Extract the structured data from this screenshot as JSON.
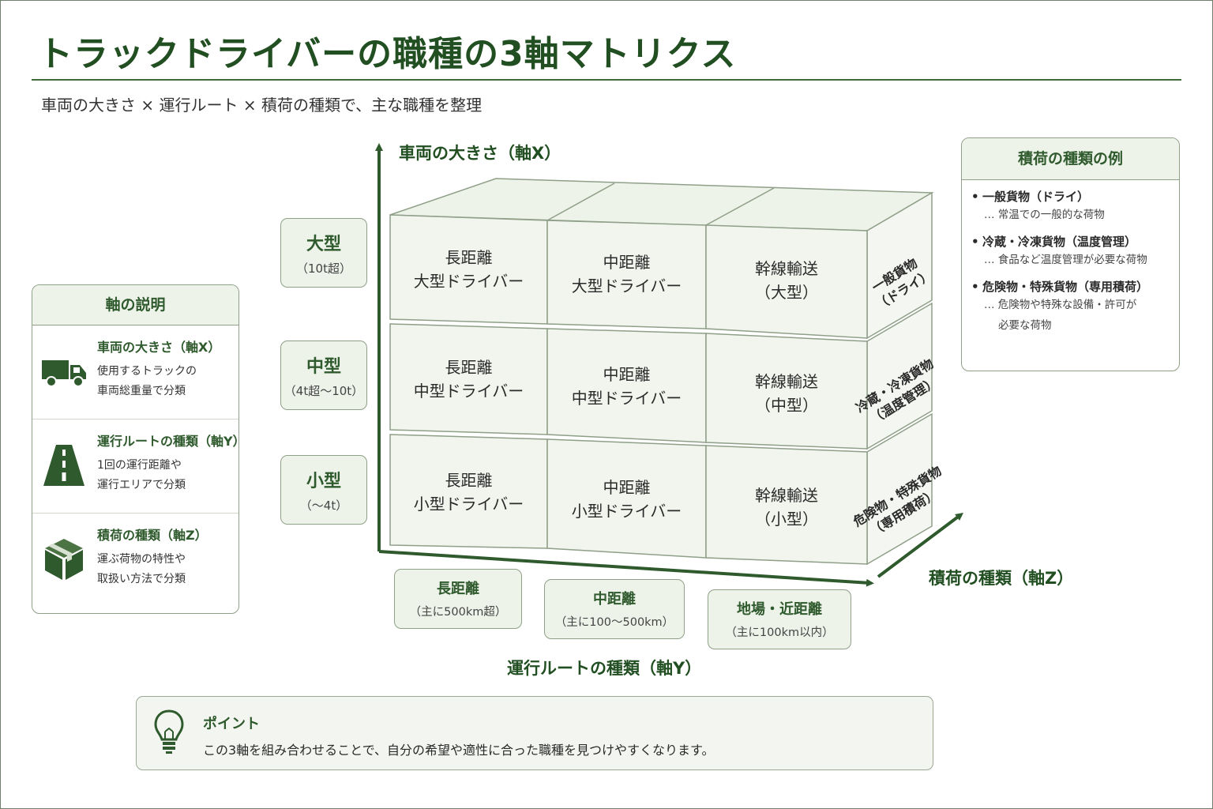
{
  "title": "トラックドライバーの職種の3軸マトリクス",
  "subtitle": "車両の大きさ × 運行ルート × 積荷の種類で、主な職種を整理",
  "axes_panel": {
    "heading": "軸の説明",
    "rows": [
      {
        "icon": "truck-icon",
        "title": "車両の大きさ（軸X）",
        "desc1": "使用するトラックの",
        "desc2": "車両総重量で分類"
      },
      {
        "icon": "road-icon",
        "title": "運行ルートの種類（軸Y）",
        "desc1": "1回の運行距離や",
        "desc2": "運行エリアで分類"
      },
      {
        "icon": "box-icon",
        "title": "積荷の種類（軸Z）",
        "desc1": "運ぶ荷物の特性や",
        "desc2": "取扱い方法で分類"
      }
    ]
  },
  "axis_labels": {
    "x": "車両の大きさ（軸X）",
    "y": "運行ルートの種類（軸Y）",
    "z": "積荷の種類（軸Z）"
  },
  "sizes": [
    {
      "name": "大型",
      "sub": "（10t超）"
    },
    {
      "name": "中型",
      "sub": "（4t超〜10t）"
    },
    {
      "name": "小型",
      "sub": "（〜4t）"
    }
  ],
  "routes": [
    {
      "name": "長距離",
      "sub": "（主に500km超）"
    },
    {
      "name": "中距離",
      "sub": "（主に100〜500km）"
    },
    {
      "name": "地場・近距離",
      "sub": "（主に100km以内）"
    }
  ],
  "cells": [
    [
      {
        "l1": "長距離",
        "l2": "大型ドライバー"
      },
      {
        "l1": "中距離",
        "l2": "大型ドライバー"
      },
      {
        "l1": "幹線輸送",
        "l2": "（大型）"
      }
    ],
    [
      {
        "l1": "長距離",
        "l2": "中型ドライバー"
      },
      {
        "l1": "中距離",
        "l2": "中型ドライバー"
      },
      {
        "l1": "幹線輸送",
        "l2": "（中型）"
      }
    ],
    [
      {
        "l1": "長距離",
        "l2": "小型ドライバー"
      },
      {
        "l1": "中距離",
        "l2": "小型ドライバー"
      },
      {
        "l1": "幹線輸送",
        "l2": "（小型）"
      }
    ]
  ],
  "side_labels": [
    {
      "l1": "一般貨物",
      "l2": "（ドライ）"
    },
    {
      "l1": "冷蔵・冷凍貨物",
      "l2": "（温度管理）"
    },
    {
      "l1": "危険物・特殊貨物",
      "l2": "（専用積荷）"
    }
  ],
  "cargo_panel": {
    "heading": "積荷の種類の例",
    "items": [
      {
        "name": "一般貨物（ドライ）",
        "desc1": "… 常温での一般的な荷物",
        "desc2": ""
      },
      {
        "name": "冷蔵・冷凍貨物（温度管理）",
        "desc1": "… 食品など温度管理が必要な荷物",
        "desc2": ""
      },
      {
        "name": "危険物・特殊貨物（専用積荷）",
        "desc1": "… 危険物や特殊な設備・許可が",
        "desc2": "必要な荷物"
      }
    ]
  },
  "point": {
    "title": "ポイント",
    "text": "この3軸を組み合わせることで、自分の希望や適性に合った職種を見つけやすくなります。"
  },
  "colors": {
    "accent": "#224f22",
    "cube_fill": "#f1f5ee",
    "cube_stroke": "#8f9f88",
    "label_fill": "#eef3ea"
  }
}
